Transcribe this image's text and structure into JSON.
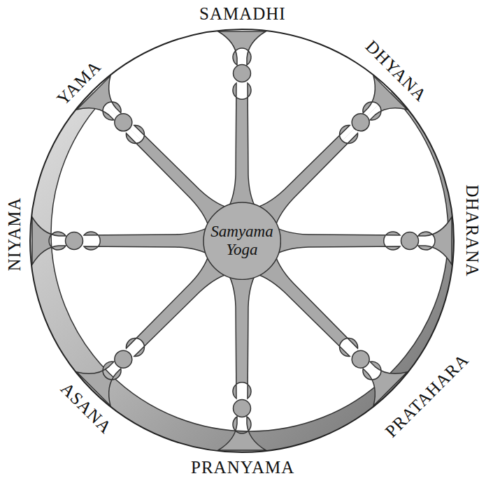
{
  "diagram": {
    "nodes": [
      {
        "text": [
          "Samyama Yoga"
        ]
      }
    ],
    "labels": [
      "SAMADHI",
      "DHYANA",
      "DHARANA",
      "PRATAHARA",
      "PRANYAMA",
      "ASANA",
      "NIYAMA",
      "YAMA"
    ]
  }
}
